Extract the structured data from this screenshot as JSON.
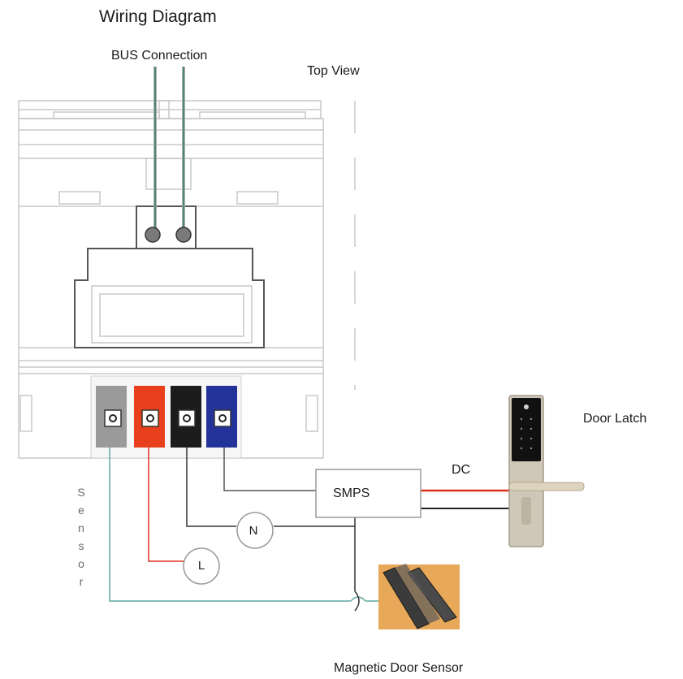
{
  "labels": {
    "title": "Wiring Diagram",
    "bus_connection": "BUS Connection",
    "top_view": "Top View",
    "door_latch": "Door Latch",
    "dc": "DC",
    "smps": "SMPS",
    "neutral": "N",
    "live": "L",
    "magnetic_door_sensor": "Magnetic Door Sensor",
    "sensor_letters": [
      "S",
      "e",
      "n",
      "s",
      "o",
      "r"
    ]
  },
  "colors": {
    "device_outline": "#c8c8c8",
    "terminal_outline": "#555555",
    "bus_wire": "#2f7a5a",
    "sensor_wire": "#5fa8a0",
    "live_wire": "#e0301e",
    "neutral_wire": "#222222",
    "dc_positive": "#e0301e",
    "dc_negative": "#222222",
    "terminal_grey": "#9a9a9a",
    "terminal_red": "#e8401c",
    "terminal_black": "#1c1c1c",
    "terminal_blue": "#23339a"
  },
  "icons": [
    "door-latch-icon",
    "magnetic-sensor-icon",
    "screw-terminal-icon"
  ]
}
